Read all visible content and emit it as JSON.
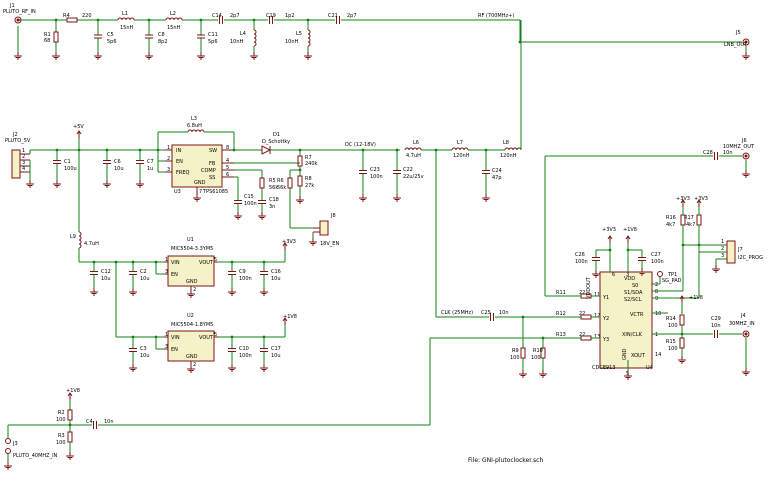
{
  "file_label": "File: GNI-plutoclocker.sch",
  "nets": {
    "rf": "RF (700MHz+)",
    "dc": "DC (12-18V)",
    "clk": "CLK (25MHz)"
  },
  "connectors": {
    "j1": {
      "ref": "J1",
      "value": "PLUTO_RF_IN"
    },
    "j5": {
      "ref": "J5",
      "value": "LNB_OUT"
    },
    "j2": {
      "ref": "J2",
      "value": "PLUTO_5V"
    },
    "j6": {
      "ref": "J6",
      "value": "10MHZ_OUT"
    },
    "j7": {
      "ref": "J7",
      "value": "I2C_PROG"
    },
    "j8": {
      "ref": "J8",
      "value": "18V_EN"
    },
    "j4": {
      "ref": "J4",
      "value": "30MHZ_IN"
    },
    "j3": {
      "ref": "J3",
      "value": "PLUTO_40MHZ_IN"
    }
  },
  "passives": {
    "r4": {
      "ref": "R4",
      "value": "220"
    },
    "r1": {
      "ref": "R1",
      "value": "68"
    },
    "l1": {
      "ref": "L1",
      "value": "15nH"
    },
    "l2": {
      "ref": "L2",
      "value": "15nH"
    },
    "c5": {
      "ref": "C5",
      "value": "5p6"
    },
    "c8": {
      "ref": "C8",
      "value": "8p2"
    },
    "c11": {
      "ref": "C11",
      "value": "5p6"
    },
    "c14": {
      "ref": "C14",
      "value": "2p7"
    },
    "c19": {
      "ref": "C19",
      "value": "1p2"
    },
    "c21": {
      "ref": "C21",
      "value": "2p7"
    },
    "l4": {
      "ref": "L4",
      "value": "10nH"
    },
    "l5": {
      "ref": "L5",
      "value": "10nH"
    },
    "l3": {
      "ref": "L3",
      "value": "6.8uH"
    },
    "d1": {
      "ref": "D1",
      "value": "D_Schottky"
    },
    "c1": {
      "ref": "C1",
      "value": "100u"
    },
    "c6": {
      "ref": "C6",
      "value": "10u"
    },
    "c7": {
      "ref": "C7",
      "value": "1u"
    },
    "c15": {
      "ref": "C15",
      "value": "100n"
    },
    "c18": {
      "ref": "C18",
      "value": "3n"
    },
    "r5": {
      "ref": "R5",
      "value": "56k"
    },
    "r6": {
      "ref": "R6",
      "value": "56k"
    },
    "r7": {
      "ref": "R7",
      "value": "240k"
    },
    "r8": {
      "ref": "R8",
      "value": "27k"
    },
    "c23": {
      "ref": "C23",
      "value": "100n"
    },
    "c22": {
      "ref": "C22",
      "value": "22u/25v"
    },
    "l6": {
      "ref": "L6",
      "value": "4.7uH"
    },
    "l7": {
      "ref": "L7",
      "value": "120nH"
    },
    "l8": {
      "ref": "L8",
      "value": "120nH"
    },
    "c24": {
      "ref": "C24",
      "value": "47p"
    },
    "c28": {
      "ref": "C28",
      "value": "10n"
    },
    "l9": {
      "ref": "L9",
      "value": "4.7uH"
    },
    "c12": {
      "ref": "C12",
      "value": "10u"
    },
    "c2": {
      "ref": "C2",
      "value": "10u"
    },
    "c9": {
      "ref": "C9",
      "value": "100n"
    },
    "c16": {
      "ref": "C16",
      "value": "10u"
    },
    "c3": {
      "ref": "C3",
      "value": "10u"
    },
    "c10": {
      "ref": "C10",
      "value": "100n"
    },
    "c17": {
      "ref": "C17",
      "value": "10u"
    },
    "c26": {
      "ref": "C26",
      "value": "100n"
    },
    "c27": {
      "ref": "C27",
      "value": "100n"
    },
    "r16": {
      "ref": "R16",
      "value": "4k7"
    },
    "r17": {
      "ref": "R17",
      "value": "4k7"
    },
    "r11": {
      "ref": "R11",
      "value": "22"
    },
    "r12": {
      "ref": "R12",
      "value": "22"
    },
    "r13": {
      "ref": "R13",
      "value": "22"
    },
    "c25": {
      "ref": "C25",
      "value": "10n"
    },
    "r9": {
      "ref": "R9",
      "value": "100"
    },
    "r10": {
      "ref": "R10",
      "value": "100"
    },
    "r14": {
      "ref": "R14",
      "value": "100"
    },
    "r15": {
      "ref": "R15",
      "value": "100"
    },
    "c29": {
      "ref": "C29",
      "value": "10n"
    },
    "r2": {
      "ref": "R2",
      "value": "100"
    },
    "r3": {
      "ref": "R3",
      "value": "100"
    },
    "c4": {
      "ref": "C4",
      "value": "10n"
    },
    "tp1": {
      "ref": "TP1",
      "value": "SG_PAD"
    }
  },
  "ics": {
    "u3": {
      "ref": "U3",
      "value": "TPS61085",
      "pins": [
        "IN",
        "EN",
        "FREQ",
        "SW",
        "FB",
        "COMP",
        "SS",
        "GND"
      ]
    },
    "u1": {
      "ref": "U1",
      "value": "MIC5504-3.3YM5",
      "pins": [
        "VIN",
        "EN",
        "GND",
        "VOUT"
      ]
    },
    "u2": {
      "ref": "U2",
      "value": "MIC5504-1.8YM5",
      "pins": [
        "VIN",
        "EN",
        "GND",
        "VOUT"
      ]
    },
    "u4": {
      "ref": "U4",
      "value": "CDCE913",
      "pins": [
        "VDDOUT",
        "VDD",
        "S0",
        "S1/SDA",
        "S2/SCL",
        "Y1",
        "Y2",
        "Y3",
        "VCTR",
        "XIN/CLK",
        "XOUT",
        "GND"
      ]
    }
  },
  "power": {
    "p5v": "+5V",
    "p3v3": "+3V3",
    "p1v8": "+1V8"
  },
  "pin_numbers": {
    "u3": [
      "1",
      "2",
      "3",
      "8",
      "4",
      "5",
      "6",
      "7"
    ],
    "u1": [
      "1",
      "3",
      "2",
      "5"
    ],
    "u2": [
      "1",
      "3",
      "2",
      "5"
    ],
    "u4": [
      "6",
      "3",
      "2",
      "8",
      "9",
      "11",
      "12",
      "13",
      "10",
      "1",
      "14",
      "5"
    ],
    "conn": [
      "1",
      "2",
      "3",
      "4"
    ],
    "y": [
      "22",
      "22",
      "22"
    ]
  }
}
